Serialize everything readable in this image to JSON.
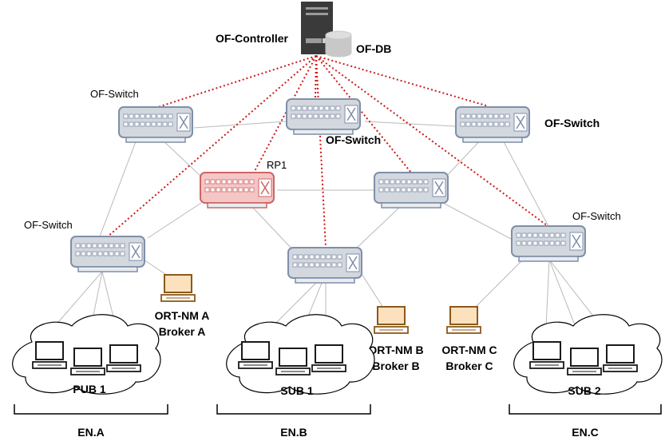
{
  "controller": {
    "label": "OF-Controller",
    "db_label": "OF-DB"
  },
  "switches": [
    {
      "id": "s1",
      "label": "OF-Switch"
    },
    {
      "id": "s2",
      "label": "OF-Switch"
    },
    {
      "id": "s3",
      "label": "OF-Switch"
    },
    {
      "id": "rp1",
      "label": "RP1"
    },
    {
      "id": "s5",
      "label": ""
    },
    {
      "id": "s6",
      "label": "OF-Switch"
    },
    {
      "id": "s7",
      "label": ""
    },
    {
      "id": "s8",
      "label": "OF-Switch"
    }
  ],
  "brokers": [
    {
      "line1": "ORT-NM A",
      "line2": "Broker A"
    },
    {
      "line1": "ORT-NM B",
      "line2": "Broker B"
    },
    {
      "line1": "ORT-NM C",
      "line2": "Broker C"
    }
  ],
  "clouds": [
    {
      "label": "PUB 1"
    },
    {
      "label": "SUB 1"
    },
    {
      "label": "SUB 2"
    }
  ],
  "edge_networks": [
    {
      "label": "EN.A"
    },
    {
      "label": "EN.B"
    },
    {
      "label": "EN.C"
    }
  ],
  "colors": {
    "switch_body": "#d3d7de",
    "switch_border": "#7f8fa8",
    "rp_body": "#f4c6c6",
    "rp_border": "#cc6666",
    "control_link": "#cc1a1a",
    "data_link": "#b9b9b9",
    "broker_screen": "#fbe1bd",
    "broker_border": "#8a5a1a",
    "pc_screen": "#ffffff",
    "server": "#3a3a3a"
  }
}
